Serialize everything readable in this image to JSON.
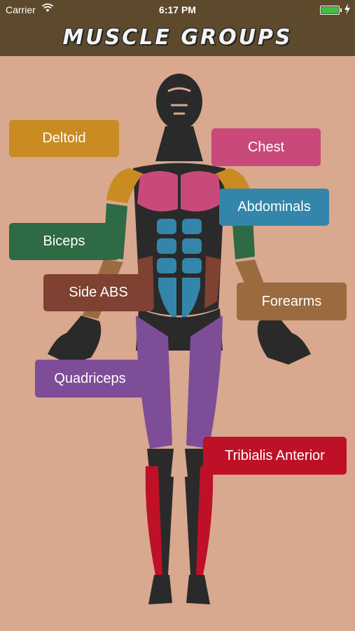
{
  "status_bar": {
    "carrier": "Carrier",
    "time": "6:17 PM"
  },
  "header": {
    "title": "MUSCLE GROUPS"
  },
  "colors": {
    "background": "#d8a88f",
    "header": "#5d4a2c",
    "deltoid": "#c98b22",
    "chest": "#c94a7a",
    "abdominals": "#3386a9",
    "biceps": "#2e6a44",
    "side_abs": "#7f4132",
    "forearms": "#9a6b3e",
    "quadriceps": "#7e4d98",
    "tibialis": "#be1027"
  },
  "muscle_buttons": {
    "deltoid": "Deltoid",
    "chest": "Chest",
    "abdominals": "Abdominals",
    "biceps": "Biceps",
    "side_abs": "Side ABS",
    "forearms": "Forearms",
    "quadriceps": "Quadriceps",
    "tibialis": "Tribialis Anterior"
  }
}
